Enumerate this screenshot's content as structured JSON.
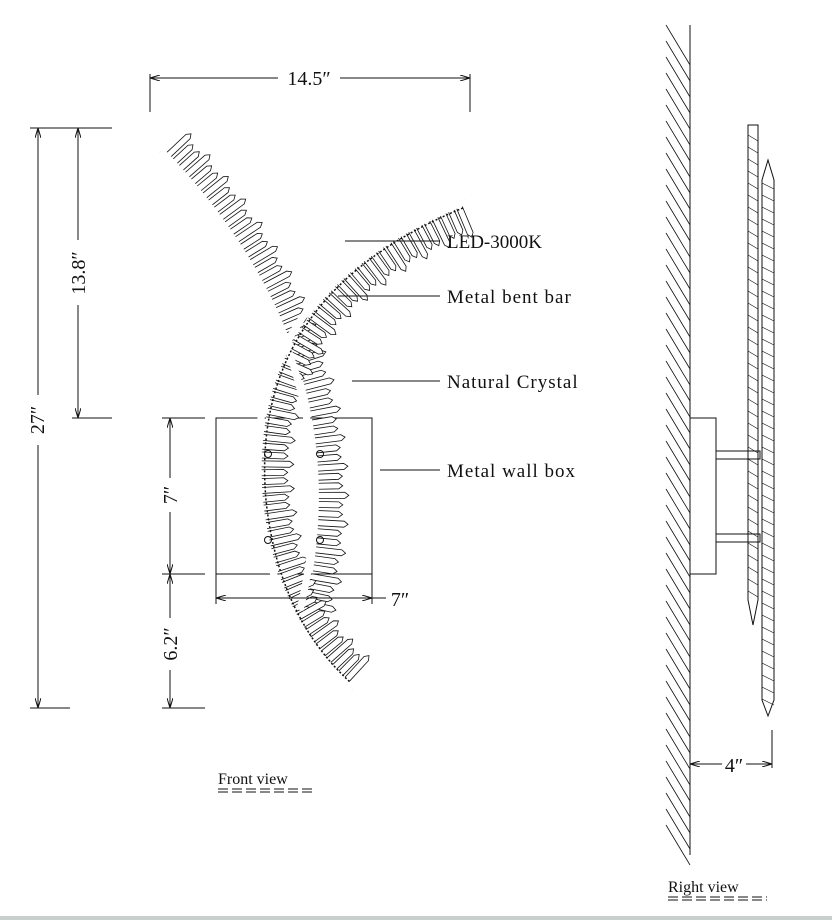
{
  "dimensions": {
    "width": "14.5″",
    "upper_height": "13.8″",
    "total_height": "27″",
    "box_height": "7″",
    "lower_height": "6.2″",
    "box_width": "7″",
    "depth": "4″"
  },
  "callouts": [
    "LED-3000K",
    "Metal bent bar",
    "Natural Crystal",
    "Metal wall box"
  ],
  "views": {
    "front": "Front view",
    "right": "Right view"
  }
}
